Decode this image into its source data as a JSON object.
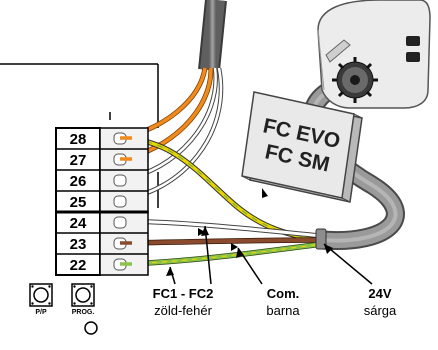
{
  "terminals": [
    {
      "number": "28"
    },
    {
      "number": "27"
    },
    {
      "number": "26"
    },
    {
      "number": "25"
    },
    {
      "number": "24"
    },
    {
      "number": "23"
    },
    {
      "number": "22"
    }
  ],
  "buttons": {
    "pp_label": "P/P",
    "prog_label": "PROG."
  },
  "motor_plate": {
    "line1": "FC EVO",
    "line2": "FC SM"
  },
  "captions": [
    {
      "title": "FC1 - FC2",
      "subtitle": "zöld-fehér"
    },
    {
      "title": "Com.",
      "subtitle": "barna"
    },
    {
      "title": "24V",
      "subtitle": "sárga"
    }
  ],
  "colors": {
    "orange_wire": "#f08a1c",
    "yellow_wire": "#e8d400",
    "green_wire": "#6ca83a",
    "brown_wire": "#8a4a2e",
    "cable_gray": "#8d8d8d"
  }
}
